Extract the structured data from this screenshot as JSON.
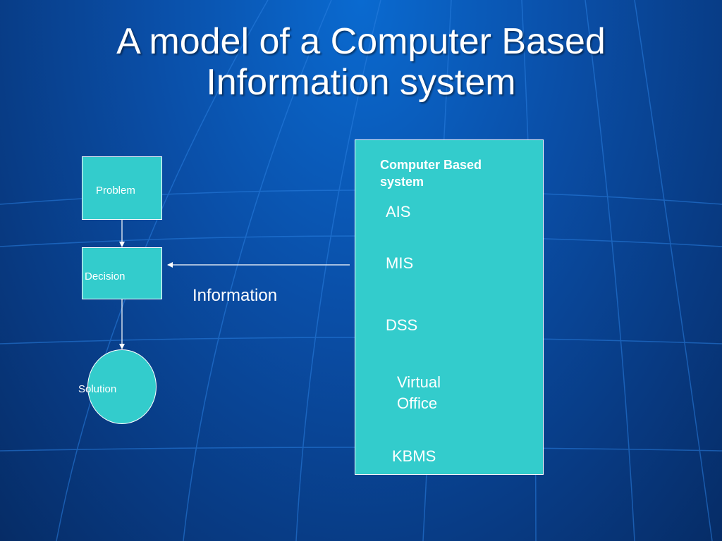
{
  "slide": {
    "title_line1": "A model of a Computer Based",
    "title_line2": "Information system"
  },
  "diagram": {
    "nodes": {
      "problem": "Problem",
      "decision": "Decision",
      "solution": "Solution"
    },
    "information_label": "Information",
    "computer_based_system": {
      "title": "Computer Based system",
      "items": [
        "AIS",
        "MIS",
        "DSS",
        "Virtual Office",
        "KBMS"
      ]
    }
  },
  "colors": {
    "box_fill": "#33cccc",
    "background": "#0a4fa8",
    "text": "#ffffff"
  }
}
